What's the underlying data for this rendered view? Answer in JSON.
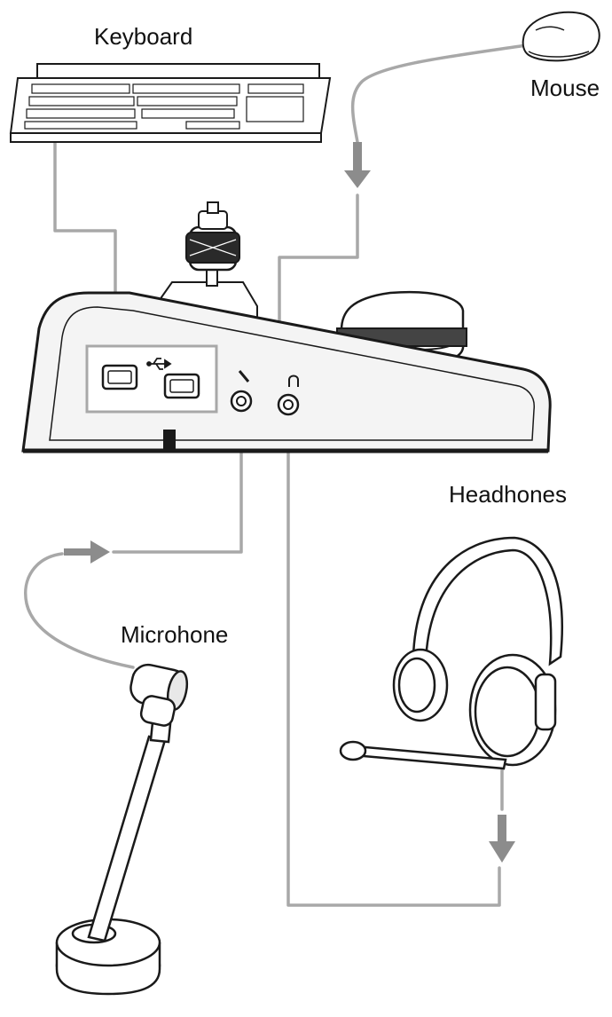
{
  "labels": {
    "keyboard": "Keyboard",
    "mouse": "Mouse",
    "headphones": "Headhones",
    "microphone": "Microhone"
  },
  "colors": {
    "cable": "#a8a8a8",
    "outline": "#1a1a1a",
    "body_fill": "#f4f4f4",
    "arrow": "#8c8c8c"
  },
  "icons": {
    "usb": "usb-icon",
    "mic_port": "microphone-icon",
    "headphone_port": "headphone-icon"
  }
}
